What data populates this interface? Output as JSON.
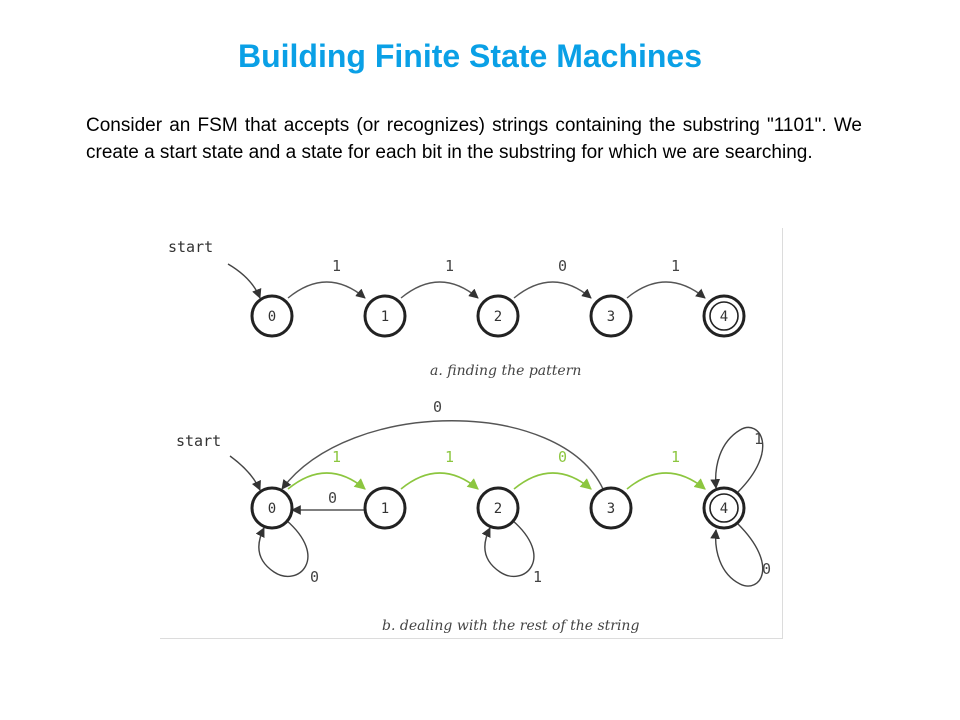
{
  "title": "Building Finite State Machines",
  "paragraph": "Consider an FSM that accepts (or recognizes) strings containing the substring \"1101\".  We create a start state and a state for each bit in the substring for which we are searching.",
  "diagram_a": {
    "start_label": "start",
    "states": [
      "0",
      "1",
      "2",
      "3",
      "4"
    ],
    "transitions": [
      "1",
      "1",
      "0",
      "1"
    ],
    "caption": "a. finding the pattern"
  },
  "diagram_b": {
    "start_label": "start",
    "states": [
      "0",
      "1",
      "2",
      "3",
      "4"
    ],
    "forward_transitions": [
      "1",
      "1",
      "0",
      "1"
    ],
    "back_1_to_0": "0",
    "back_3_to_0": "0",
    "self_loop_0": "0",
    "self_loop_2": "1",
    "self_loop_4_top": "1",
    "self_loop_4_bottom": "0",
    "caption": "b. dealing with the rest of the string"
  },
  "colors": {
    "title": "#0aa0e6",
    "highlight": "#8cc63f",
    "edge": "#555555"
  }
}
